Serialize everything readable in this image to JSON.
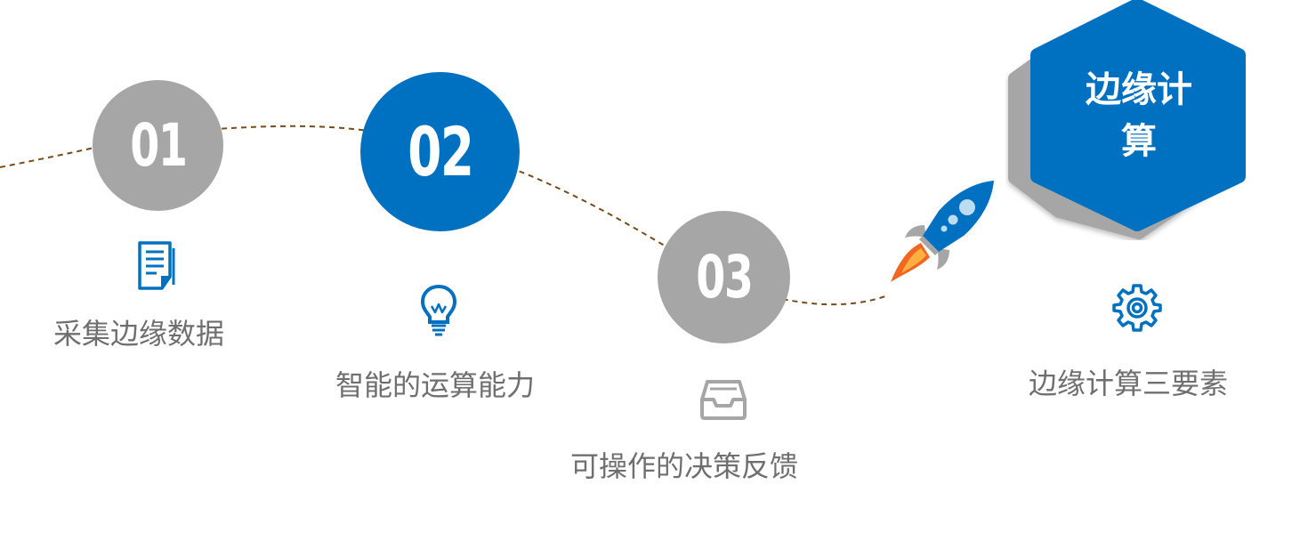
{
  "steps": [
    {
      "number": "01",
      "label": "采集边缘数据",
      "icon": "document-icon"
    },
    {
      "number": "02",
      "label": "智能的运算能力",
      "icon": "lightbulb-icon"
    },
    {
      "number": "03",
      "label": "可操作的决策反馈",
      "icon": "inbox-tray-icon"
    }
  ],
  "summary": {
    "title": "边缘计\n算",
    "label": "边缘计算三要素",
    "icon": "gear-icon"
  },
  "colors": {
    "blue": "#0070c0",
    "gray": "#a6a6a6",
    "text": "#6f6f6f",
    "curve": "#7a4b1a",
    "flame": "#f26522"
  }
}
